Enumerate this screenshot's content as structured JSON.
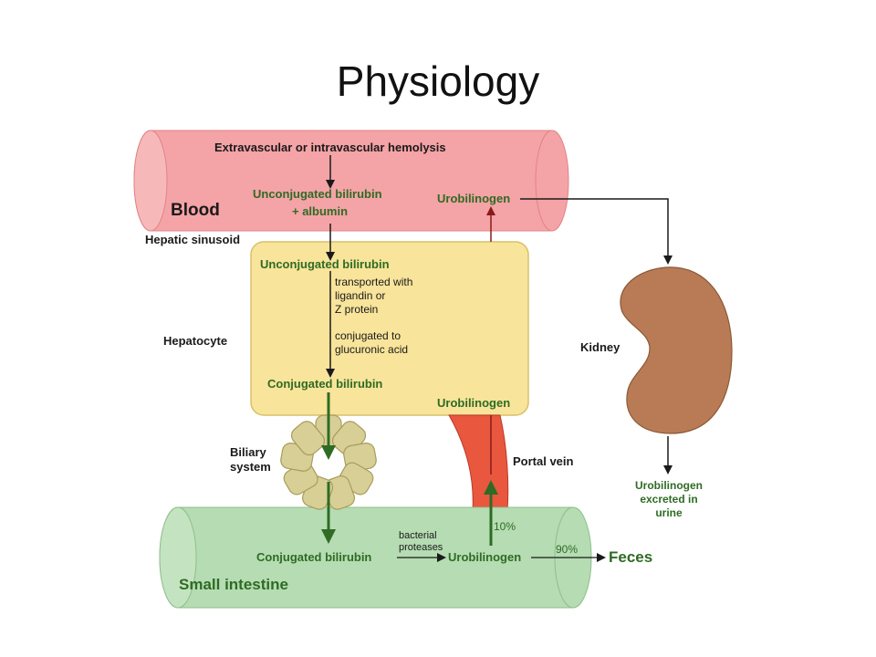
{
  "title": "Physiology",
  "diagram": {
    "blood": {
      "label": "Blood",
      "hemolysis": "Extravascular or intravascular hemolysis",
      "unconj_line1": "Unconjugated bilirubin",
      "unconj_line2": "+ albumin",
      "urobilinogen": "Urobilinogen"
    },
    "hepatic_sinusoid": "Hepatic sinusoid",
    "hepatocyte": {
      "label": "Hepatocyte",
      "unconj": "Unconjugated bilirubin",
      "transport": [
        "transported with",
        "ligandin or",
        "Z protein"
      ],
      "conjugation": [
        "conjugated to",
        "glucuronic acid"
      ],
      "conj": "Conjugated bilirubin",
      "urobilinogen": "Urobilinogen"
    },
    "biliary": [
      "Biliary",
      "system"
    ],
    "portal_vein": "Portal vein",
    "kidney": {
      "label": "Kidney",
      "excreted": [
        "Urobilinogen",
        "excreted in",
        "urine"
      ]
    },
    "intestine": {
      "label": "Small intestine",
      "conj": "Conjugated bilirubin",
      "bacterial": [
        "bacterial",
        "proteases"
      ],
      "urobilinogen": "Urobilinogen",
      "pct_10": "10%",
      "pct_90": "90%",
      "feces": "Feces"
    },
    "colors": {
      "blood": "#f4a3a6",
      "hepatocyte": "#f8e49a",
      "intestine": "#b5dcb2",
      "kidney": "#b97b55",
      "portal_vein": "#e9573f",
      "biliary": "#d7cf96",
      "green_text": "#2f6b24"
    }
  }
}
